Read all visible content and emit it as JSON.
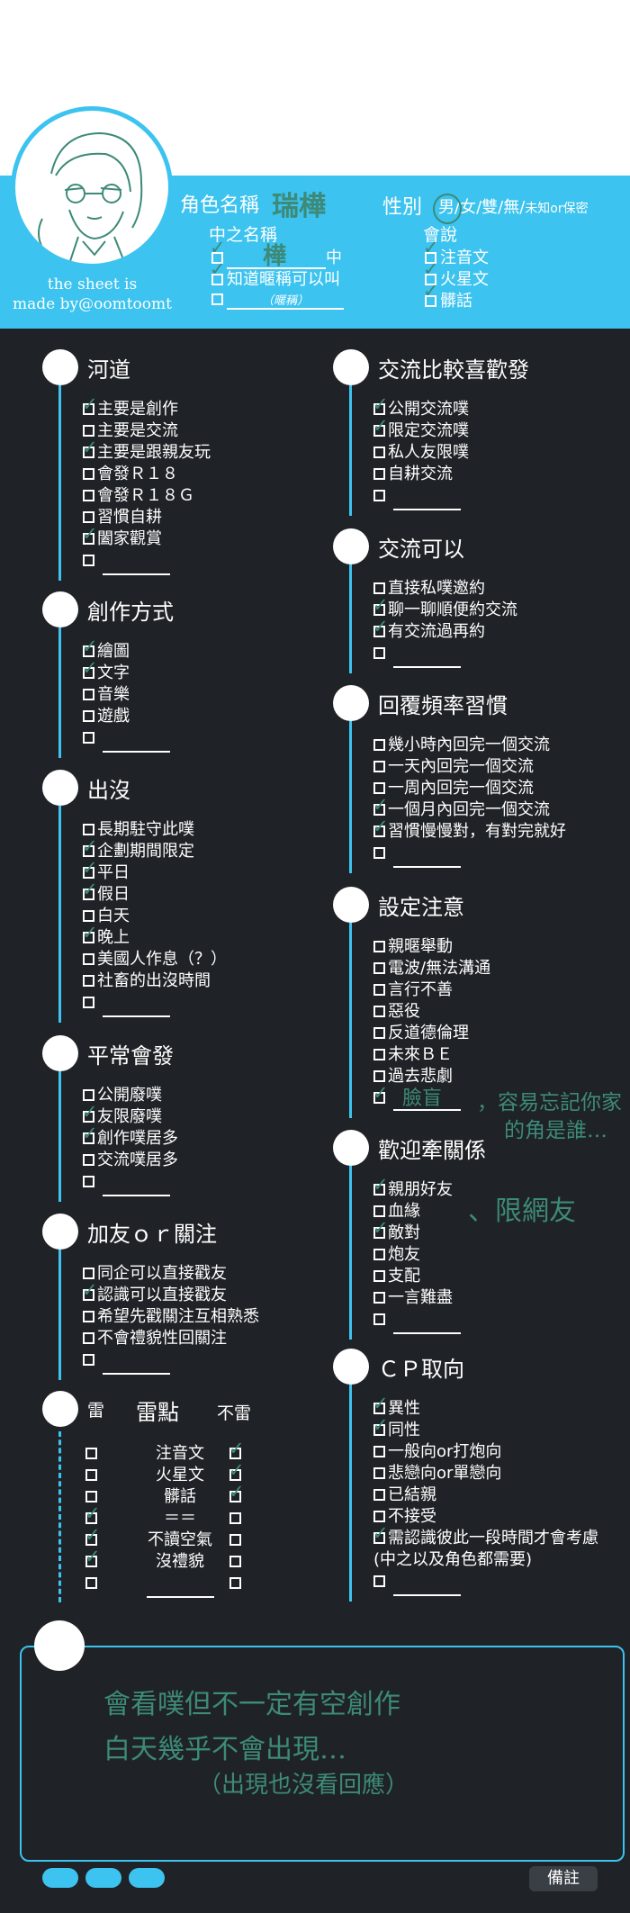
{
  "header": {
    "credit_line1": "the sheet is",
    "credit_line2": "made by@oomtoomt",
    "char_name_label": "角色名稱",
    "char_name_value": "瑞樺",
    "gender_label": "性別",
    "gender_options": [
      "男",
      "女",
      "雙",
      "無",
      "未知or保密"
    ],
    "gender_selected": "男",
    "name_in_label": "中之名稱",
    "name_in_items": [
      {
        "checked": true,
        "value": "樺",
        "suffix": "中"
      },
      {
        "checked": true,
        "text": "知道暱稱可以叫"
      },
      {
        "checked": false,
        "hint": "（暱稱）"
      }
    ],
    "speak_label": "會說",
    "speak_items": [
      {
        "text": "注音文",
        "checked": true
      },
      {
        "text": "火星文",
        "checked": true
      },
      {
        "text": "髒話",
        "checked": true
      }
    ]
  },
  "left_sections": [
    {
      "title": "河道",
      "items": [
        {
          "text": "主要是創作",
          "checked": true
        },
        {
          "text": "主要是交流",
          "checked": false
        },
        {
          "text": "主要是跟親友玩",
          "checked": true
        },
        {
          "text": "會發Ｒ１８",
          "checked": false
        },
        {
          "text": "會發Ｒ１８Ｇ",
          "checked": false
        },
        {
          "text": "習慣自耕",
          "checked": false
        },
        {
          "text": "闔家觀賞",
          "checked": true
        },
        {
          "text": "",
          "checked": false,
          "blank": true
        }
      ]
    },
    {
      "title": "創作方式",
      "items": [
        {
          "text": "繪圖",
          "checked": true
        },
        {
          "text": "文字",
          "checked": true
        },
        {
          "text": "音樂",
          "checked": false
        },
        {
          "text": "遊戲",
          "checked": false
        },
        {
          "text": "",
          "checked": false,
          "blank": true
        }
      ]
    },
    {
      "title": "出沒",
      "items": [
        {
          "text": "長期駐守此噗",
          "checked": false
        },
        {
          "text": "企劃期間限定",
          "checked": true
        },
        {
          "text": "平日",
          "checked": true
        },
        {
          "text": "假日",
          "checked": true
        },
        {
          "text": "白天",
          "checked": false
        },
        {
          "text": "晚上",
          "checked": true
        },
        {
          "text": "美國人作息（？）",
          "checked": false
        },
        {
          "text": "社畜的出沒時間",
          "checked": false
        },
        {
          "text": "",
          "checked": false,
          "blank": true
        }
      ]
    },
    {
      "title": "平常會發",
      "items": [
        {
          "text": "公開廢噗",
          "checked": false
        },
        {
          "text": "友限廢噗",
          "checked": true
        },
        {
          "text": "創作噗居多",
          "checked": true
        },
        {
          "text": "交流噗居多",
          "checked": false
        },
        {
          "text": "",
          "checked": false,
          "blank": true
        }
      ]
    },
    {
      "title": "加友ｏｒ關注",
      "items": [
        {
          "text": "同企可以直接戳友",
          "checked": false
        },
        {
          "text": "認識可以直接戳友",
          "checked": true
        },
        {
          "text": "希望先戳關注互相熟悉",
          "checked": false
        },
        {
          "text": "不會禮貌性回關注",
          "checked": false
        },
        {
          "text": "",
          "checked": false,
          "blank": true
        }
      ]
    }
  ],
  "ray": {
    "left_header": "雷",
    "mid_header": "雷點",
    "right_header": "不雷",
    "rows": [
      {
        "name": "注音文",
        "ray": false,
        "not_ray": true
      },
      {
        "name": "火星文",
        "ray": false,
        "not_ray": true
      },
      {
        "name": "髒話",
        "ray": false,
        "not_ray": true
      },
      {
        "name": "＝＝",
        "ray": true,
        "not_ray": false
      },
      {
        "name": "不讀空氣",
        "ray": true,
        "not_ray": false
      },
      {
        "name": "沒禮貌",
        "ray": true,
        "not_ray": false
      },
      {
        "name": "",
        "ray": false,
        "not_ray": false,
        "blank": true
      }
    ]
  },
  "right_sections": [
    {
      "title": "交流比較喜歡發",
      "items": [
        {
          "text": "公開交流噗",
          "checked": true
        },
        {
          "text": "限定交流噗",
          "checked": true
        },
        {
          "text": "私人友限噗",
          "checked": false
        },
        {
          "text": "自耕交流",
          "checked": false
        },
        {
          "text": "",
          "checked": false,
          "blank": true
        }
      ]
    },
    {
      "title": "交流可以",
      "items": [
        {
          "text": "直接私噗邀約",
          "checked": false
        },
        {
          "text": "聊一聊順便約交流",
          "checked": true
        },
        {
          "text": "有交流過再約",
          "checked": true
        },
        {
          "text": "",
          "checked": false,
          "blank": true
        }
      ]
    },
    {
      "title": "回覆頻率習慣",
      "items": [
        {
          "text": "幾小時內回完一個交流",
          "checked": false
        },
        {
          "text": "一天內回完一個交流",
          "checked": false
        },
        {
          "text": "一周內回完一個交流",
          "checked": false
        },
        {
          "text": "一個月內回完一個交流",
          "checked": true
        },
        {
          "text": "習慣慢慢對，有對完就好",
          "checked": true
        },
        {
          "text": "",
          "checked": false,
          "blank": true
        }
      ]
    },
    {
      "title": "設定注意",
      "items": [
        {
          "text": "親暱舉動",
          "checked": false
        },
        {
          "text": "電波/無法溝通",
          "checked": false
        },
        {
          "text": "言行不善",
          "checked": false
        },
        {
          "text": "惡役",
          "checked": false
        },
        {
          "text": "反道德倫理",
          "checked": false
        },
        {
          "text": "未來ＢＥ",
          "checked": false
        },
        {
          "text": "過去悲劇",
          "checked": false
        },
        {
          "text": "",
          "checked": true,
          "blank": true,
          "handwritten": "臉盲"
        }
      ]
    },
    {
      "title": "歡迎牽關係",
      "items": [
        {
          "text": "親朋好友",
          "checked": true
        },
        {
          "text": "血緣",
          "checked": false
        },
        {
          "text": "敵對",
          "checked": true
        },
        {
          "text": "炮友",
          "checked": false
        },
        {
          "text": "支配",
          "checked": false
        },
        {
          "text": "一言難盡",
          "checked": false
        },
        {
          "text": "",
          "checked": false,
          "blank": true
        }
      ]
    },
    {
      "title": "ＣＰ取向",
      "items": [
        {
          "text": "異性",
          "checked": true
        },
        {
          "text": "同性",
          "checked": true
        },
        {
          "text": "一般向or打炮向",
          "checked": false
        },
        {
          "text": "悲戀向or單戀向",
          "checked": false
        },
        {
          "text": "已結親",
          "checked": false
        },
        {
          "text": "不接受",
          "checked": false
        },
        {
          "text": "需認識彼此一段時間才會考慮",
          "checked": true
        },
        {
          "text": "(中之以及角色都需要)",
          "checked": false,
          "nobox": true
        },
        {
          "text": "",
          "checked": false,
          "blank": true
        }
      ]
    }
  ],
  "annotations": {
    "face_blind_note_1": "，容易忘記你家",
    "face_blind_note_2": "的角是誰…",
    "relation_note": "、限網友"
  },
  "notes": {
    "line1": "會看噗但不一定有空創作",
    "line2": "白天幾乎不會出現…",
    "line3": "（出現也沒看回應）"
  },
  "footer": {
    "remark_tab": "備註"
  }
}
